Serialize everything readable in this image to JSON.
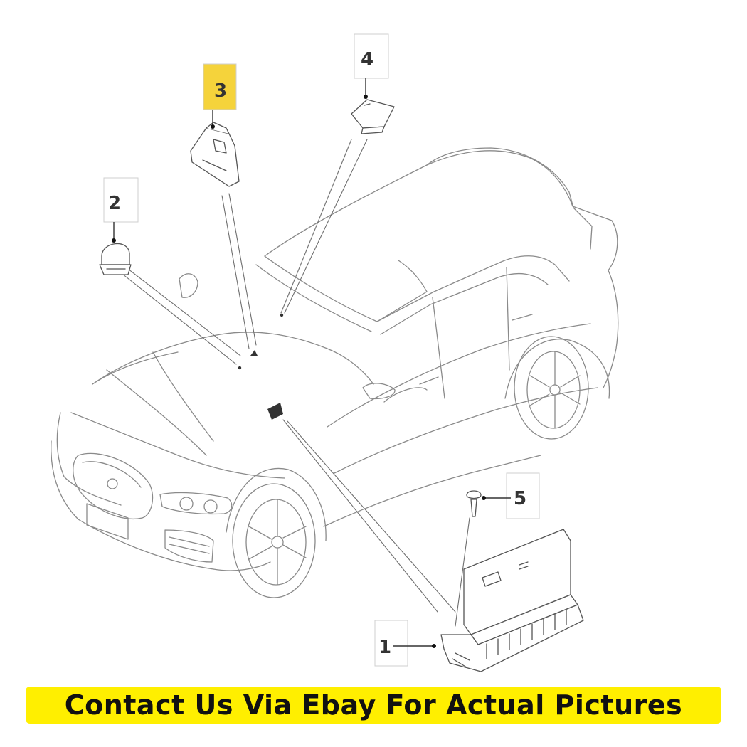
{
  "callouts": {
    "c1": "1",
    "c2": "2",
    "c3": "3",
    "c4": "4",
    "c5": "5"
  },
  "highlight_color": "#f5d33b",
  "banner": {
    "text": "Contact Us Via Ebay For Actual Pictures",
    "background": "#ffef00"
  }
}
